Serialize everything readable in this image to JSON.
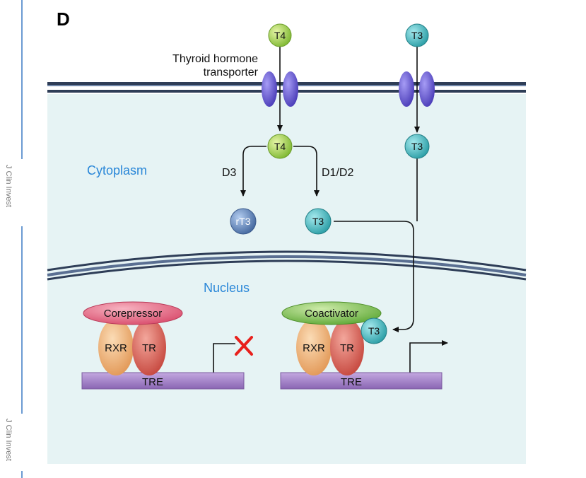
{
  "panel_letter": "D",
  "side_label": "J Clin Invest",
  "labels": {
    "transporter_line1": "Thyroid hormone",
    "transporter_line2": "transporter",
    "cytoplasm": "Cytoplasm",
    "nucleus": "Nucleus",
    "d3": "D3",
    "d1d2": "D1/D2"
  },
  "hormones": {
    "t4_top": "T4",
    "t3_top": "T3",
    "t4_mid": "T4",
    "t3_right": "T3",
    "rt3": "rT3",
    "t3_mid": "T3",
    "t3_bound": "T3"
  },
  "complex_left": {
    "corepressor": "Corepressor",
    "rxr": "RXR",
    "tr": "TR",
    "tre": "TRE"
  },
  "complex_right": {
    "coactivator": "Coactivator",
    "rxr": "RXR",
    "tr": "TR",
    "tre": "TRE"
  },
  "colors": {
    "cytoplasm": "#e6f3f4",
    "membrane": "#2e3d57",
    "transporter": "#6a5fd6",
    "t4": "#a7d44c",
    "t3": "#3fb7bf",
    "rt3": "#5f86c2",
    "corepressor": "#e86a87",
    "coactivator": "#7cc34a",
    "rxr": "#eeac6c",
    "tr": "#d8584e",
    "tre": "#a07fc2",
    "inhibit_x": "#e8201c"
  }
}
